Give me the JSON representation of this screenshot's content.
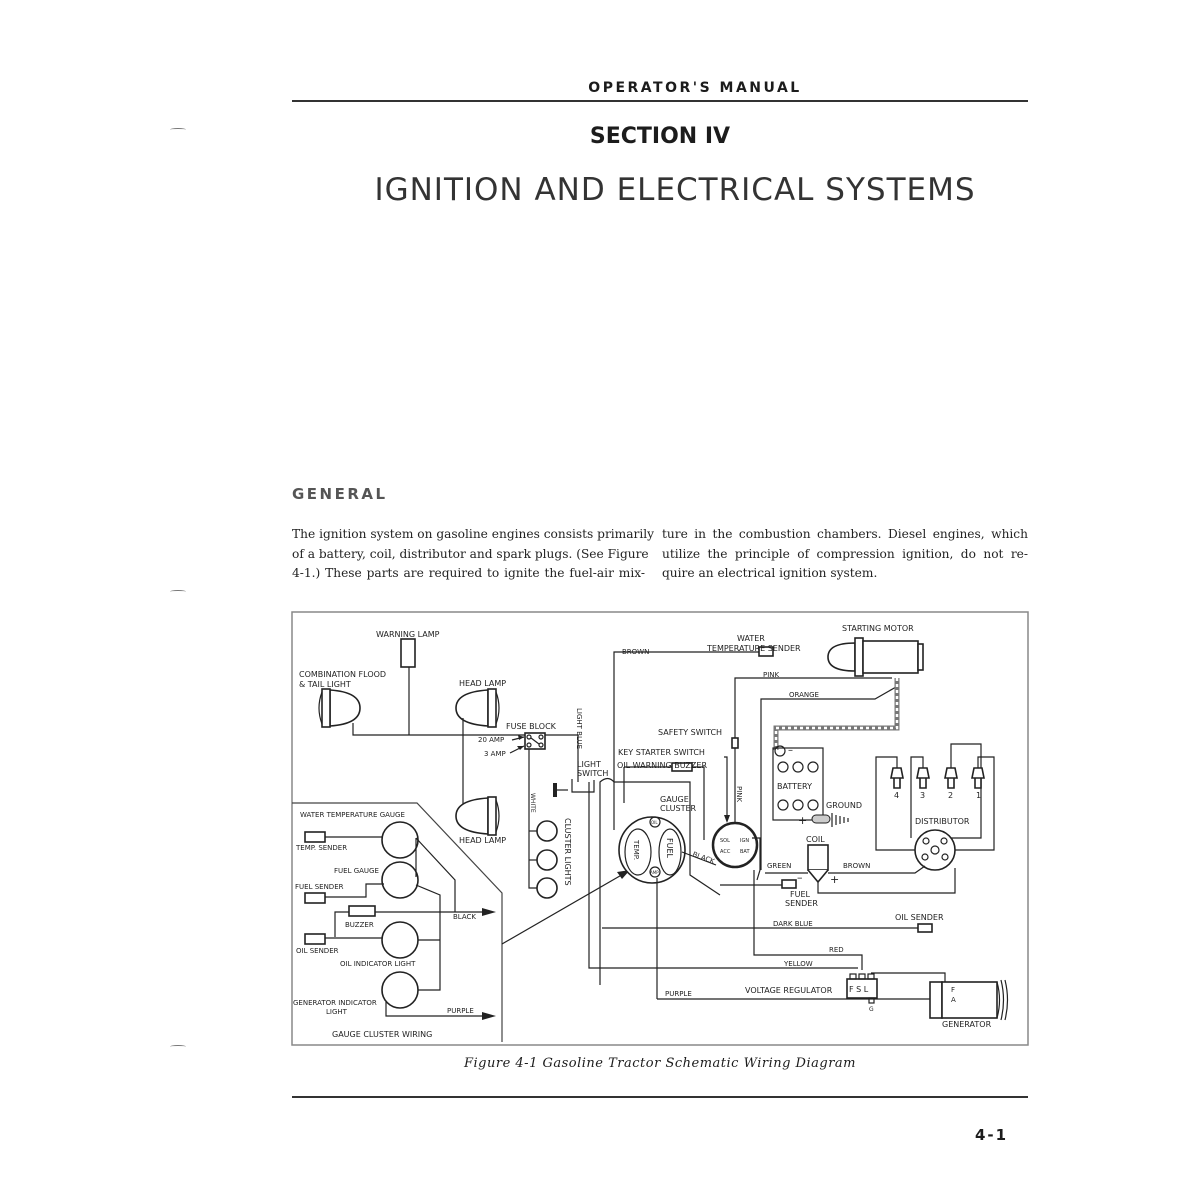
{
  "header": {
    "manual_title": "OPERATOR'S MANUAL",
    "section": "SECTION IV",
    "title": "IGNITION AND ELECTRICAL SYSTEMS"
  },
  "general": {
    "heading": "GENERAL",
    "left_lines": [
      "The ignition system on gasoline engines consists primarily",
      "of a battery, coil, distributor and spark plugs. (See Figure",
      "4-1.) These parts are required to ignite the fuel-air mix-"
    ],
    "right_lines": [
      "ture in the combustion chambers. Diesel engines, which",
      "utilize the principle of compression ignition, do not re-",
      "quire an electrical ignition system."
    ]
  },
  "diagram": {
    "warning_lamp": "WARNING LAMP",
    "flood_1": "COMBINATION FLOOD",
    "flood_2": "& TAIL LIGHT",
    "head_lamp_top": "HEAD LAMP",
    "head_lamp_bottom": "HEAD LAMP",
    "fuse_block": "FUSE BLOCK",
    "amp20": "20 AMP",
    "amp3": "3 AMP",
    "light_blue": "LIGHT BLUE",
    "light_switch_1": "LIGHT",
    "light_switch_2": "SWITCH",
    "white": "WHITE",
    "cluster_lights": "CLUSTER LIGHTS",
    "brown_top": "BROWN",
    "water_1": "WATER",
    "water_2": "TEMPERATURE SENDER",
    "starting_motor": "STARTING MOTOR",
    "pink_top": "PINK",
    "orange": "ORANGE",
    "safety_switch": "SAFETY SWITCH",
    "key_starter": "KEY STARTER SWITCH",
    "oil_buzzer": "OIL WARNING BUZZER",
    "gauge_cluster_1": "GAUGE",
    "gauge_cluster_2": "CLUSTER",
    "pink_vertical": "PINK",
    "battery": "BATTERY",
    "ground": "GROUND",
    "distributor": "DISTRIBUTOR",
    "plugs": [
      "4",
      "3",
      "2",
      "1"
    ],
    "coil": "COIL",
    "green": "GREEN",
    "brown_bottom": "BROWN",
    "black": "BLACK",
    "temp": "TEMP.",
    "fuel": "FUEL",
    "oil": "OIL",
    "amp": "AMP",
    "sol": "SOL",
    "ign": "IGN",
    "acc": "ACC",
    "bat": "BAT",
    "fuel_sender_1": "FUEL",
    "fuel_sender_2": "SENDER",
    "dark_blue": "DARK BLUE",
    "oil_sender": "OIL SENDER",
    "red": "RED",
    "yellow": "YELLOW",
    "purple": "PURPLE",
    "voltage_regulator": "VOLTAGE REGULATOR",
    "fsl": "F S L",
    "g": "G",
    "gen_f": "F",
    "gen_a": "A",
    "generator": "GENERATOR",
    "inset": {
      "water_temp_gauge": "WATER TEMPERATURE GAUGE",
      "temp_sender": "TEMP. SENDER",
      "fuel_gauge": "FUEL GAUGE",
      "fuel_sender": "FUEL SENDER",
      "buzzer": "BUZZER",
      "black": "BLACK",
      "oil_sender": "OIL SENDER",
      "oil_light": "OIL INDICATOR LIGHT",
      "gen_light_1": "GENERATOR INDICATOR",
      "gen_light_2": "LIGHT",
      "purple": "PURPLE",
      "title": "GAUGE CLUSTER WIRING"
    }
  },
  "caption": "Figure 4-1 Gasoline Tractor Schematic Wiring Diagram",
  "page_number": "4-1"
}
